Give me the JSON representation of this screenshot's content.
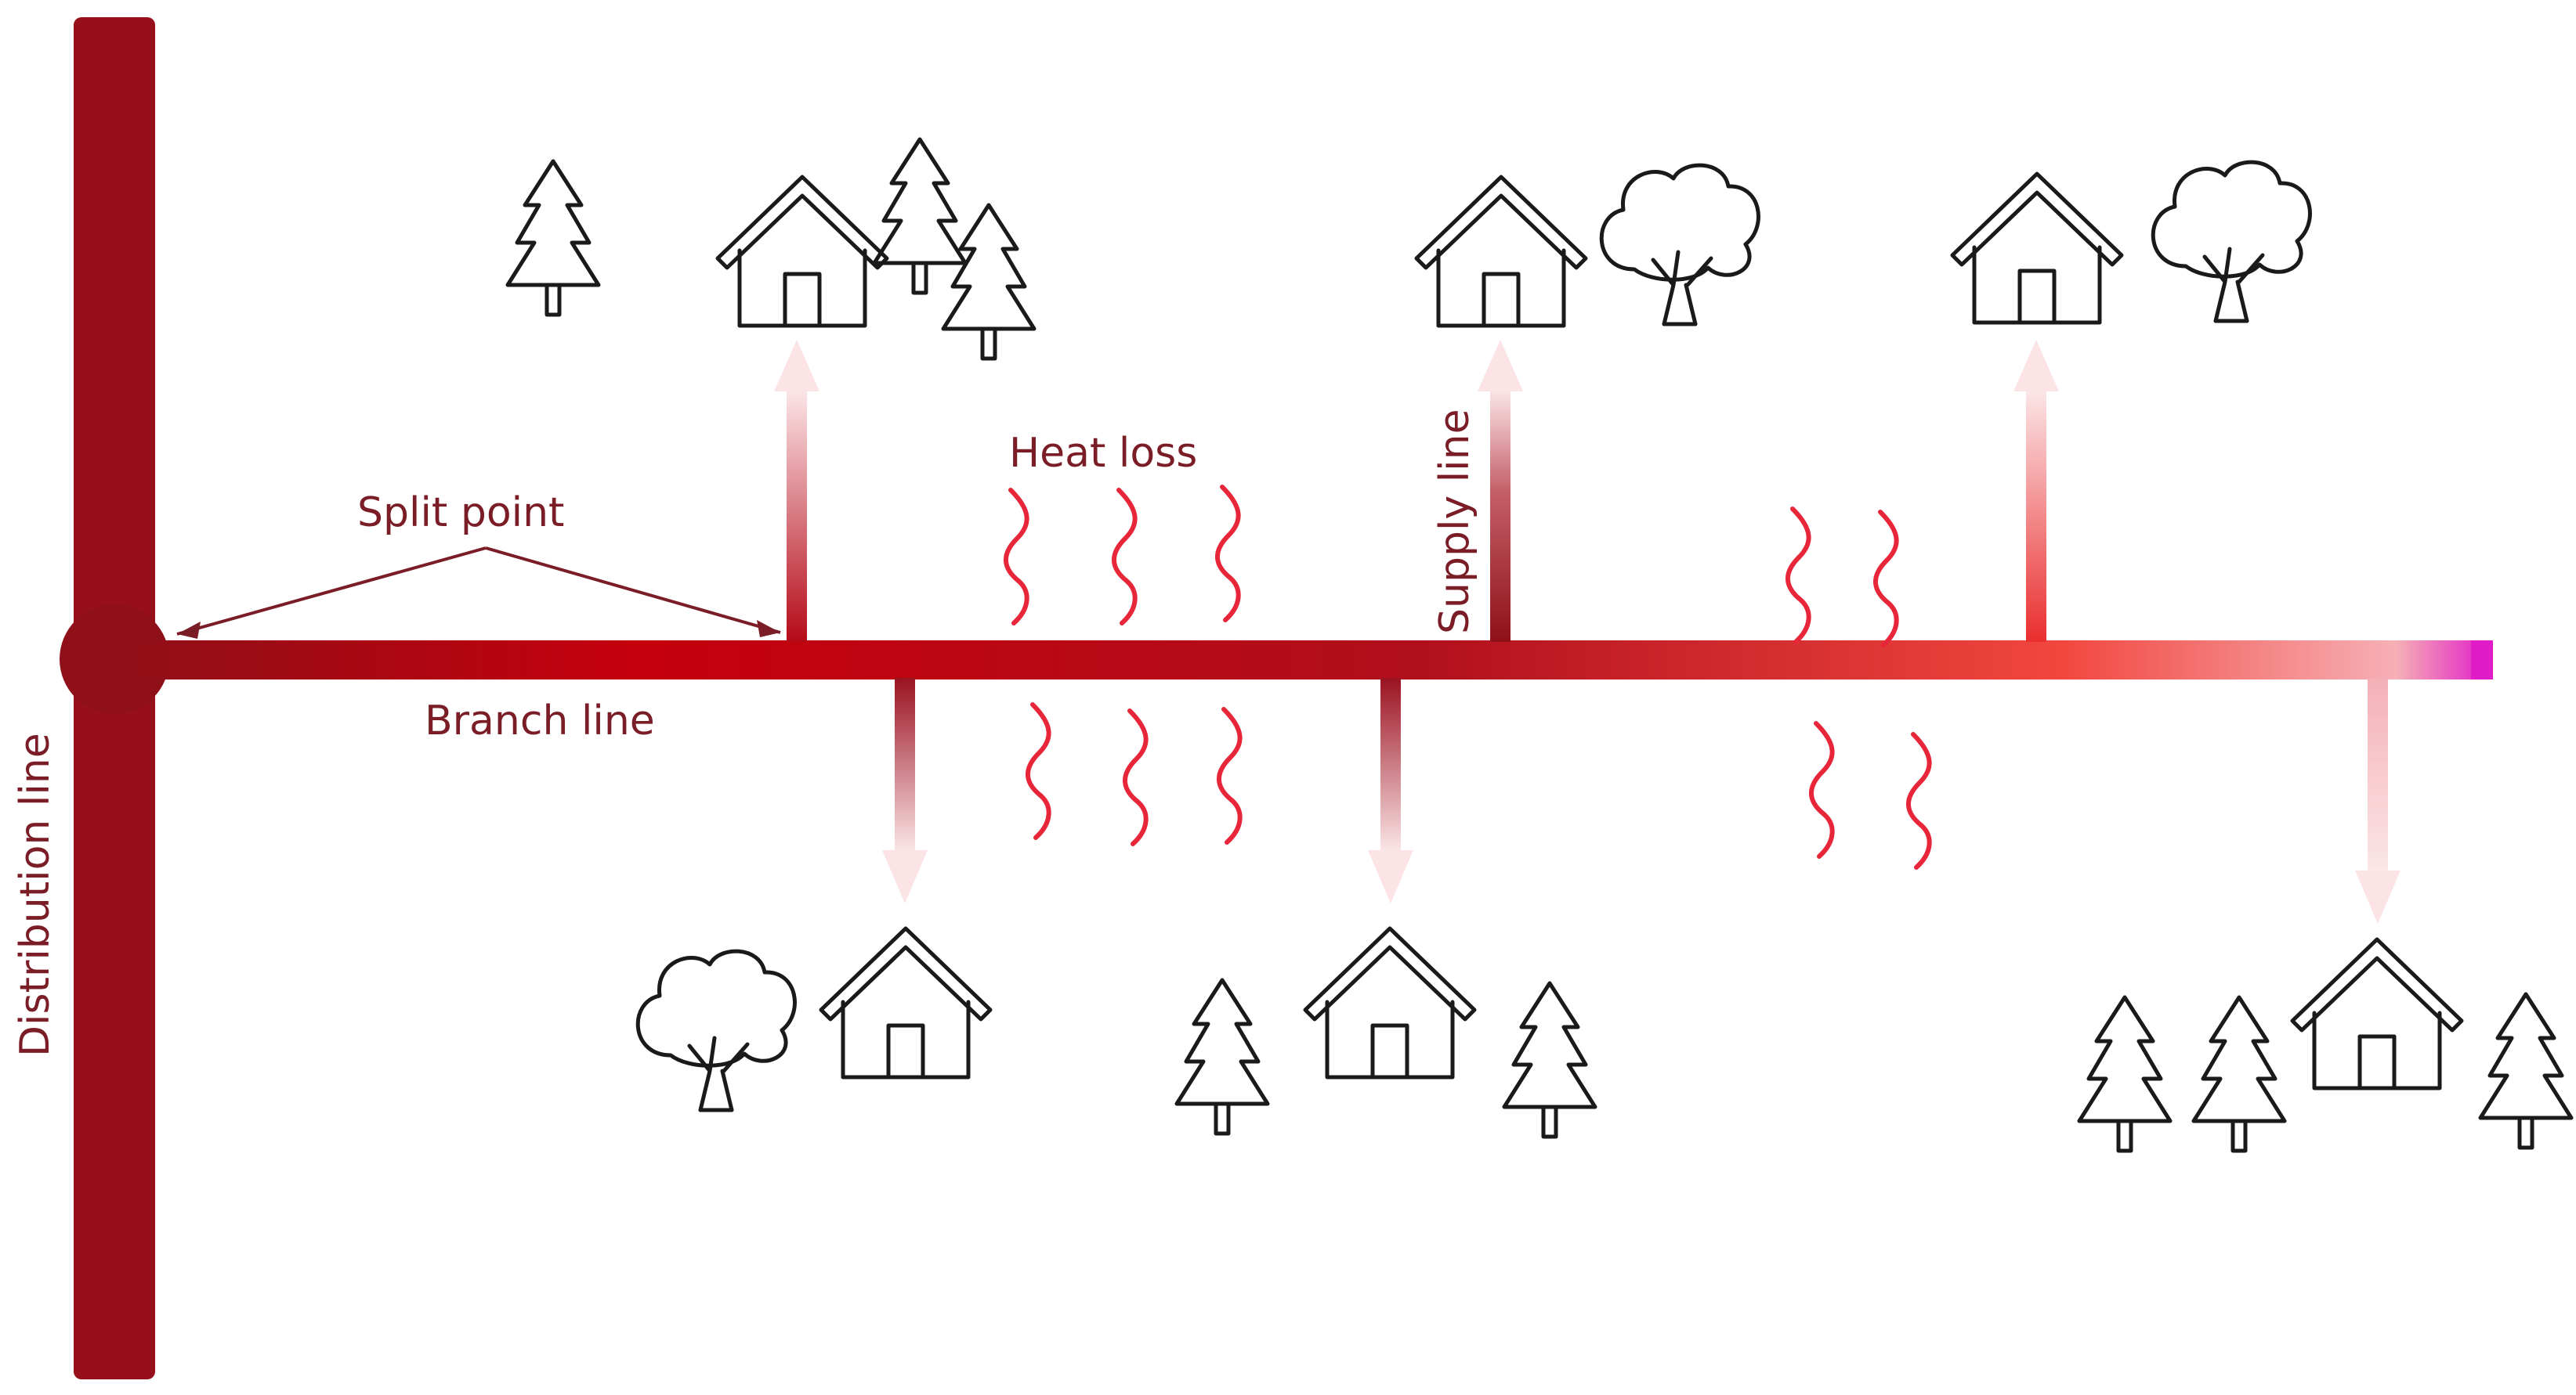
{
  "labels": {
    "distribution_line": "Distribution line",
    "branch_line": "Branch line",
    "split_point": "Split point",
    "heat_loss": "Heat loss",
    "supply_line": "Supply line"
  },
  "colors": {
    "pipe_dark": "#8f1019",
    "pipe_mid": "#c4000c",
    "pipe_light": "#f6a0a8",
    "pipe_end": "#e01bc8",
    "label": "#7a1d26",
    "heat_wave": "#e8263a"
  },
  "icons": [
    "house-icon",
    "pine-tree-icon",
    "deciduous-tree-icon",
    "heat-wave-icon"
  ]
}
